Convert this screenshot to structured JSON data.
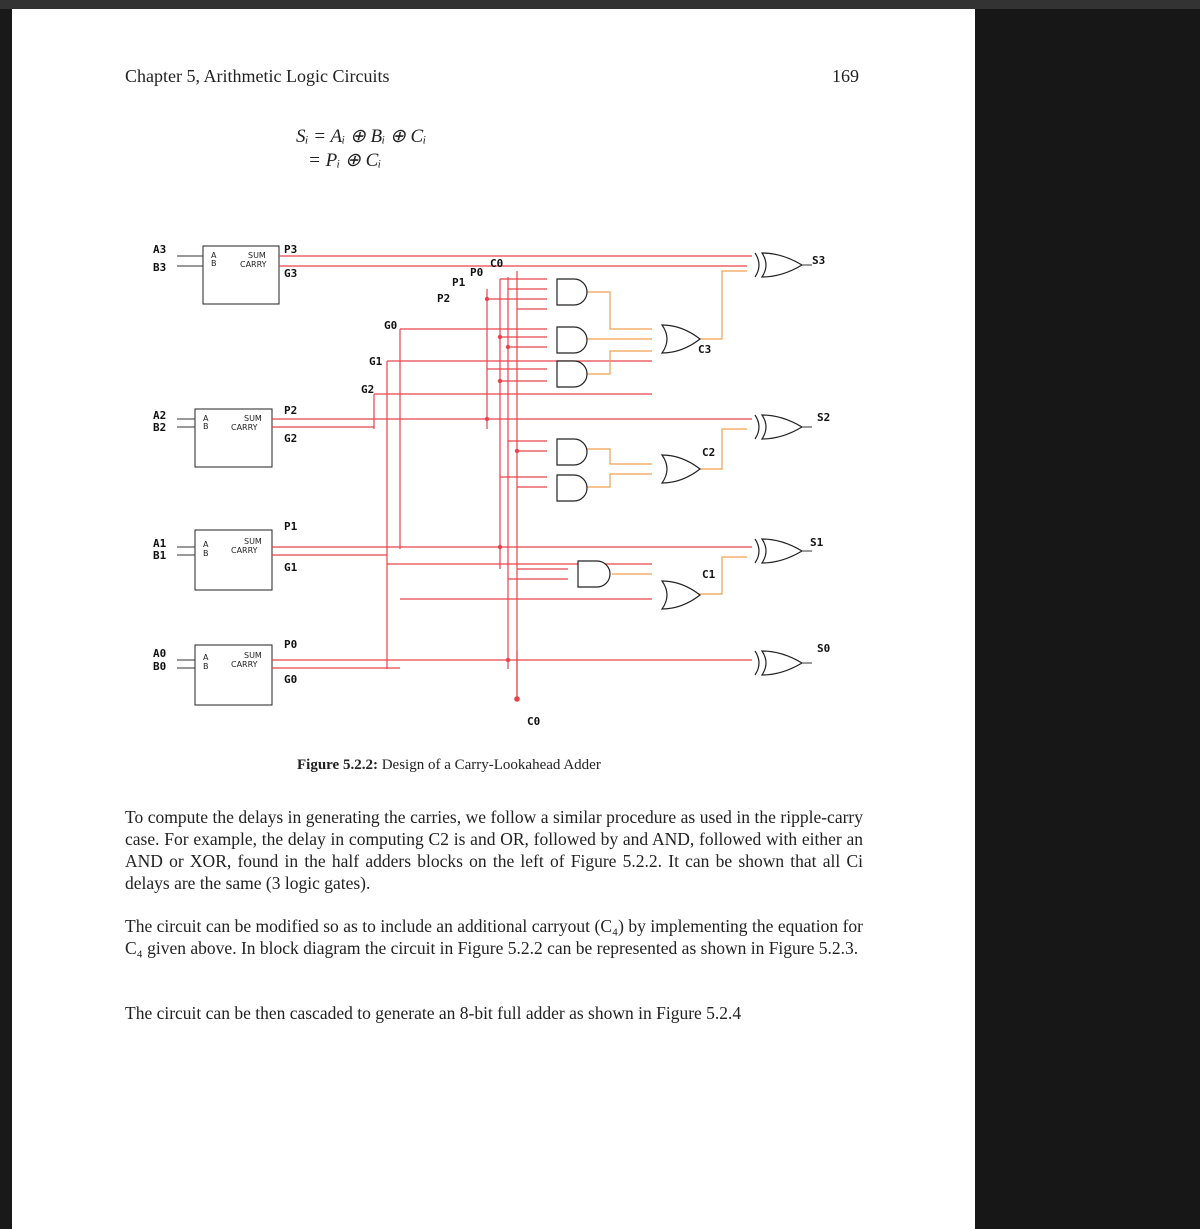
{
  "header": {
    "chapter": "Chapter 5, Arithmetic Logic Circuits",
    "page_number": "169"
  },
  "equations": {
    "line1": "Sᵢ = Aᵢ ⊕ Bᵢ ⊕ Cᵢ",
    "line2": "= Pᵢ ⊕ Cᵢ"
  },
  "circuit": {
    "half_adders": [
      {
        "a": "A3",
        "b": "B3",
        "sum": "SUM",
        "carry": "CARRY",
        "port_a": "A",
        "port_b": "B",
        "p": "P3",
        "g": "G3"
      },
      {
        "a": "A2",
        "b": "B2",
        "sum": "SUM",
        "carry": "CARRY",
        "port_a": "A",
        "port_b": "B",
        "p": "P2",
        "g": "G2"
      },
      {
        "a": "A1",
        "b": "B1",
        "sum": "SUM",
        "carry": "CARRY",
        "port_a": "A",
        "port_b": "B",
        "p": "P1",
        "g": "G1"
      },
      {
        "a": "A0",
        "b": "B0",
        "sum": "SUM",
        "carry": "CARRY",
        "port_a": "A",
        "port_b": "B",
        "p": "P0",
        "g": "G0"
      }
    ],
    "bus_labels": {
      "c0_top": "C0",
      "p0": "P0",
      "p1": "P1",
      "p2": "P2",
      "g0": "G0",
      "g1": "G1",
      "g2": "G2",
      "c0_bottom": "C0"
    },
    "carry_labels": {
      "c3": "C3",
      "c2": "C2",
      "c1": "C1"
    },
    "outputs": [
      "S3",
      "S2",
      "S1",
      "S0"
    ],
    "wire_colors": {
      "signal": "#e8434a",
      "internal": "#f0a050",
      "outline": "#222222"
    }
  },
  "caption": {
    "label": "Figure 5.2.2:",
    "text": " Design of a Carry-Lookahead Adder"
  },
  "paragraphs": [
    "To compute the delays in generating the carries, we follow a similar procedure as used in the ripple-carry case.  For example, the delay in computing C2 is and OR, followed by and AND, followed with either an AND or XOR, found in the half adders blocks on the left of Figure 5.2.2. It can be shown that all Ci delays are the same (3 logic gates).",
    "The circuit can be modified so as to include an additional carryout (C₄) by implementing the equation for C₄ given above.  In block diagram the circuit in Figure 5.2.2 can be represented as shown in Figure 5.2.3.",
    "The circuit can be then cascaded to generate an 8-bit full adder as shown in Figure 5.2.4"
  ]
}
